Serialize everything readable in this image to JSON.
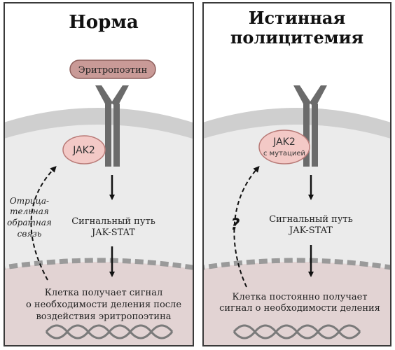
{
  "colors": {
    "panel_border": "#3a3a3a",
    "outer_membrane": "#cfcfcf",
    "cytoplasm": "#ebebeb",
    "nucleus": "#e2d3d3",
    "receptor": "#6b6b6b",
    "jak2_fill": "#f3c9c6",
    "jak2_stroke": "#b87a77",
    "epo_fill": "#c99a97",
    "epo_stroke": "#8e5f5c",
    "dna": "#7a7a7a"
  },
  "panels": {
    "normal": {
      "title": "Норма",
      "epo_label": "Эритропоэтин",
      "jak_label": "JAK2",
      "pathway_line1": "Сигнальный путь",
      "pathway_line2": "JAK-STAT",
      "feedback_line1": "Отрица-",
      "feedback_line2": "тельная",
      "feedback_line3": "обратная",
      "feedback_line4": "связь",
      "nucleus_line1": "Клетка получает сигнал",
      "nucleus_line2": "о необходимости деления после",
      "nucleus_line3": "воздействия эритропоэтина"
    },
    "pv": {
      "title_line1": "Истинная",
      "title_line2": "полицитемия",
      "jak_label": "JAK2",
      "jak_sublabel": "с мутацией",
      "question": "?",
      "pathway_line1": "Сигнальный путь",
      "pathway_line2": "JAK-STAT",
      "nucleus_line1": "Клетка постоянно получает",
      "nucleus_line2": "сигнал о необходимости деления"
    }
  }
}
